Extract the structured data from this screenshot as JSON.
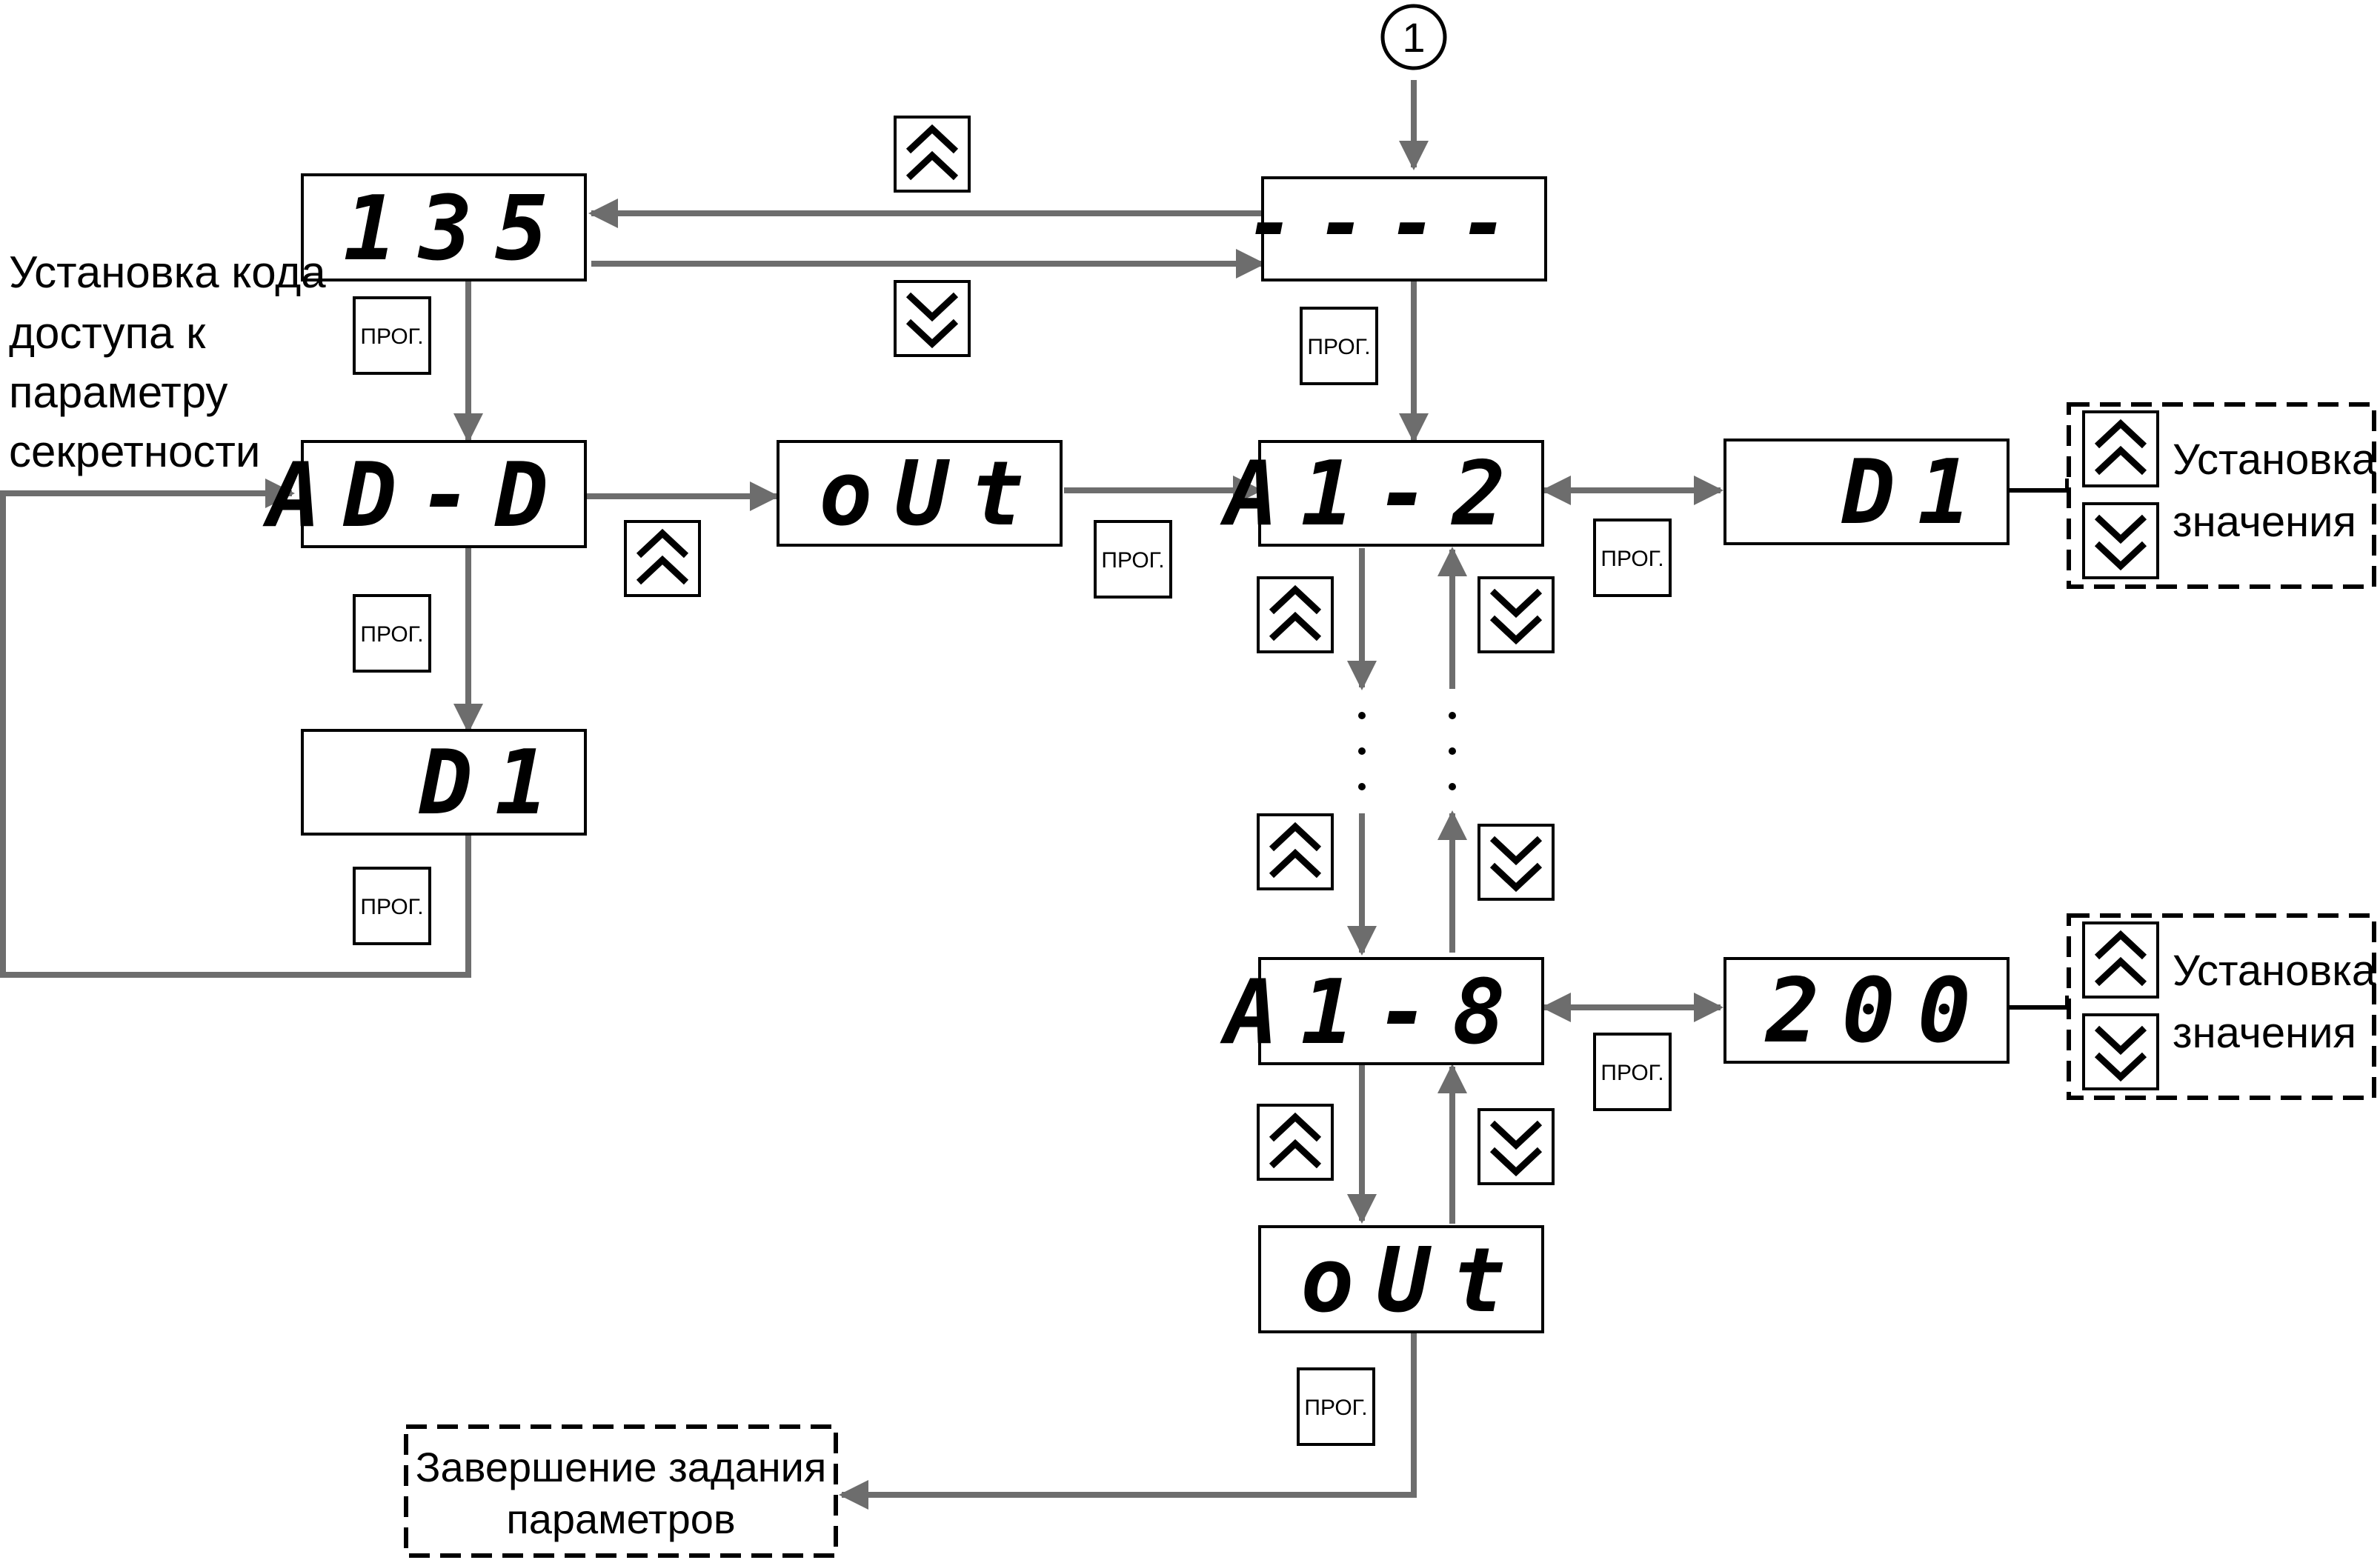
{
  "start_marker": "1",
  "displays": {
    "dashes": "----",
    "code": "135",
    "ad0": "AD-D",
    "ad0_value": "D1",
    "out_top": "oUt",
    "a12": "A1-2",
    "a12_value": "D1",
    "a18": "A1-8",
    "a18_value": "200",
    "out_bottom": "oUt"
  },
  "button_label": "ПРОГ.",
  "texts": {
    "access_label": [
      "Установка кода",
      "доступа к",
      "параметру",
      "секретности"
    ],
    "set_value_line1": "Установка",
    "set_value_line2": "значения",
    "finish_line1": "Завершение задания",
    "finish_line2": "параметров",
    "ellipsis": "·"
  },
  "icons": {
    "up": "double-chevron-up-icon",
    "down": "double-chevron-down-icon"
  },
  "colors": {
    "connector": "#6d6d6d",
    "stroke": "#000000"
  }
}
